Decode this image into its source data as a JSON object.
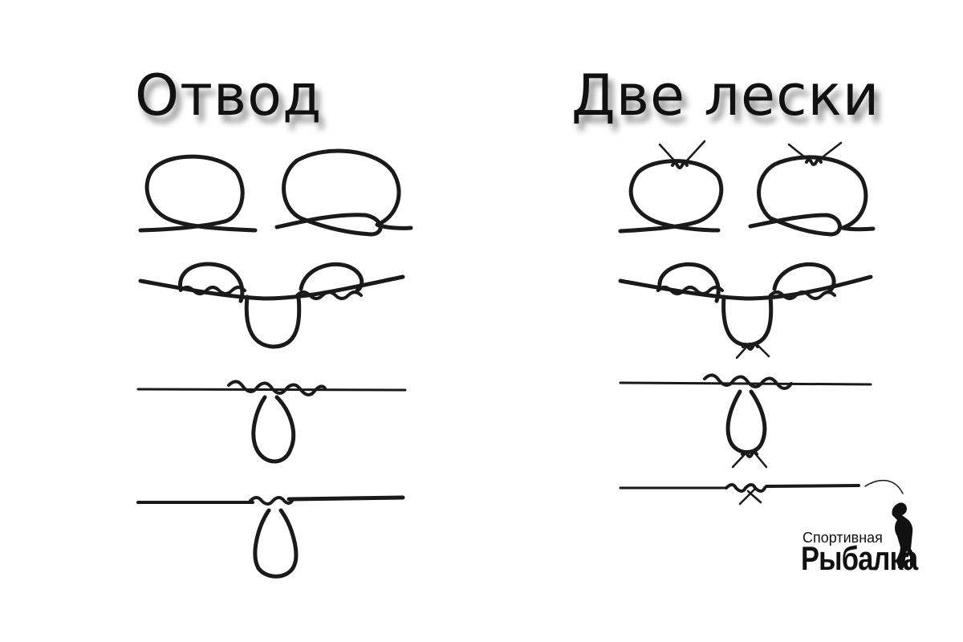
{
  "titles": {
    "left": "Отвод",
    "right": "Две лески"
  },
  "logo": {
    "top_text": "Спортивная",
    "main_text": "Рыбалка"
  },
  "colors": {
    "line": "#1a1a1a",
    "background": "#ffffff"
  }
}
